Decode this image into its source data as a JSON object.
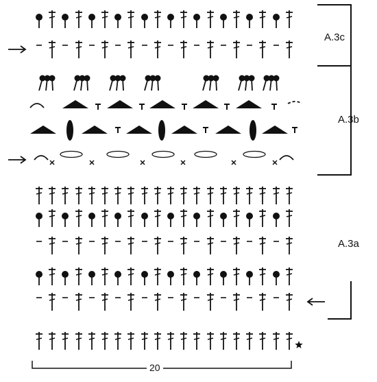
{
  "diagram": {
    "sections": [
      {
        "id": "A.3c",
        "label": "A.3c"
      },
      {
        "id": "A.3b",
        "label": "A.3b"
      },
      {
        "id": "A.3a",
        "label": "A.3a"
      }
    ],
    "stitch_count_label": "20",
    "start_marker": "★",
    "rows": [
      {
        "pattern": "dot-tr"
      },
      {
        "pattern": "ch-tr",
        "arrow": "right"
      },
      {
        "pattern": "cluster"
      },
      {
        "pattern": "shell-t"
      },
      {
        "pattern": "shell-oval"
      },
      {
        "pattern": "oval-x",
        "arrow": "right"
      },
      {
        "pattern": "tr"
      },
      {
        "pattern": "dot-tr"
      },
      {
        "pattern": "ch-tr"
      },
      {
        "pattern": "dot-tr"
      },
      {
        "pattern": "ch-tr",
        "arrow": "left"
      },
      {
        "pattern": "tr",
        "marker": true
      }
    ],
    "colors": {
      "ink": "#111111",
      "background": "#ffffff"
    }
  }
}
